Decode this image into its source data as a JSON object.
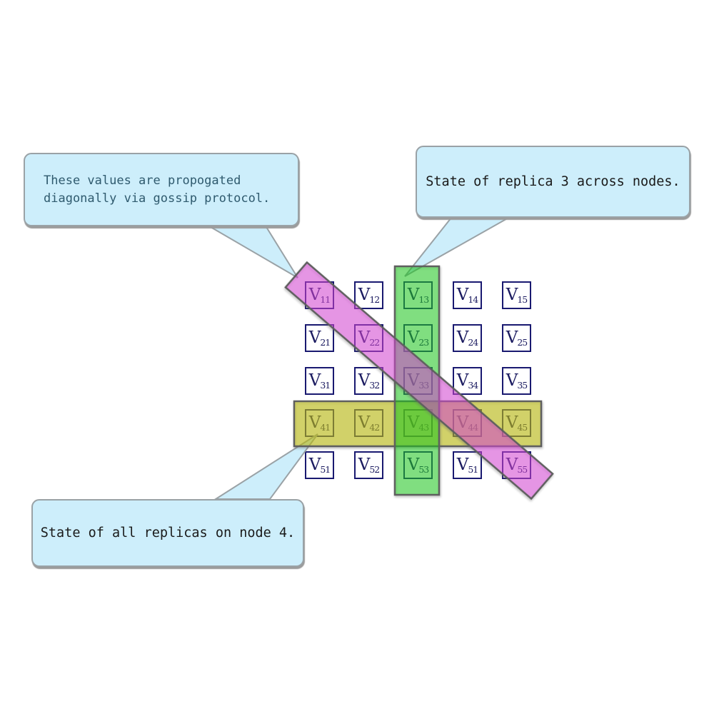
{
  "diagram": {
    "background": "#ffffff",
    "description_visible_text_only": true
  },
  "matrix": {
    "symbol": "V",
    "subscript_rows": [
      [
        "11",
        "12",
        "13",
        "14",
        "15"
      ],
      [
        "21",
        "22",
        "23",
        "24",
        "25"
      ],
      [
        "31",
        "32",
        "33",
        "34",
        "35"
      ],
      [
        "41",
        "42",
        "43",
        "44",
        "45"
      ],
      [
        "51",
        "52",
        "53",
        "51",
        "55"
      ]
    ],
    "cell_border_color": "#191970",
    "label_color": "#1b1b60",
    "cell_background": "#ffffff"
  },
  "highlights": {
    "stroke_color": "#5f5f5f",
    "diagonal_band": {
      "label": "diagonal-gossip-band",
      "fill": "rgba(236,58,232,0.45)"
    },
    "column_band": {
      "label": "replica-3-column-band",
      "fill": "rgba(10,220,10,0.45)"
    },
    "row_band": {
      "label": "node-4-row-band",
      "fill": "rgba(200,200,0,0.52)"
    }
  },
  "callouts": [
    {
      "id": "gossip",
      "lines": [
        "These values are propogated",
        "diagonally via gossip protocol."
      ],
      "text_color": "#2f5a6e"
    },
    {
      "id": "replica3",
      "lines": [
        "State of replica 3 across nodes."
      ],
      "text_color": "#1a1a1a"
    },
    {
      "id": "node4",
      "lines": [
        "State of all replicas on node 4."
      ],
      "text_color": "#1a1a1a"
    }
  ],
  "bubble_style": {
    "fill": "#cdeefb",
    "border_color": "#9aa2a6"
  }
}
